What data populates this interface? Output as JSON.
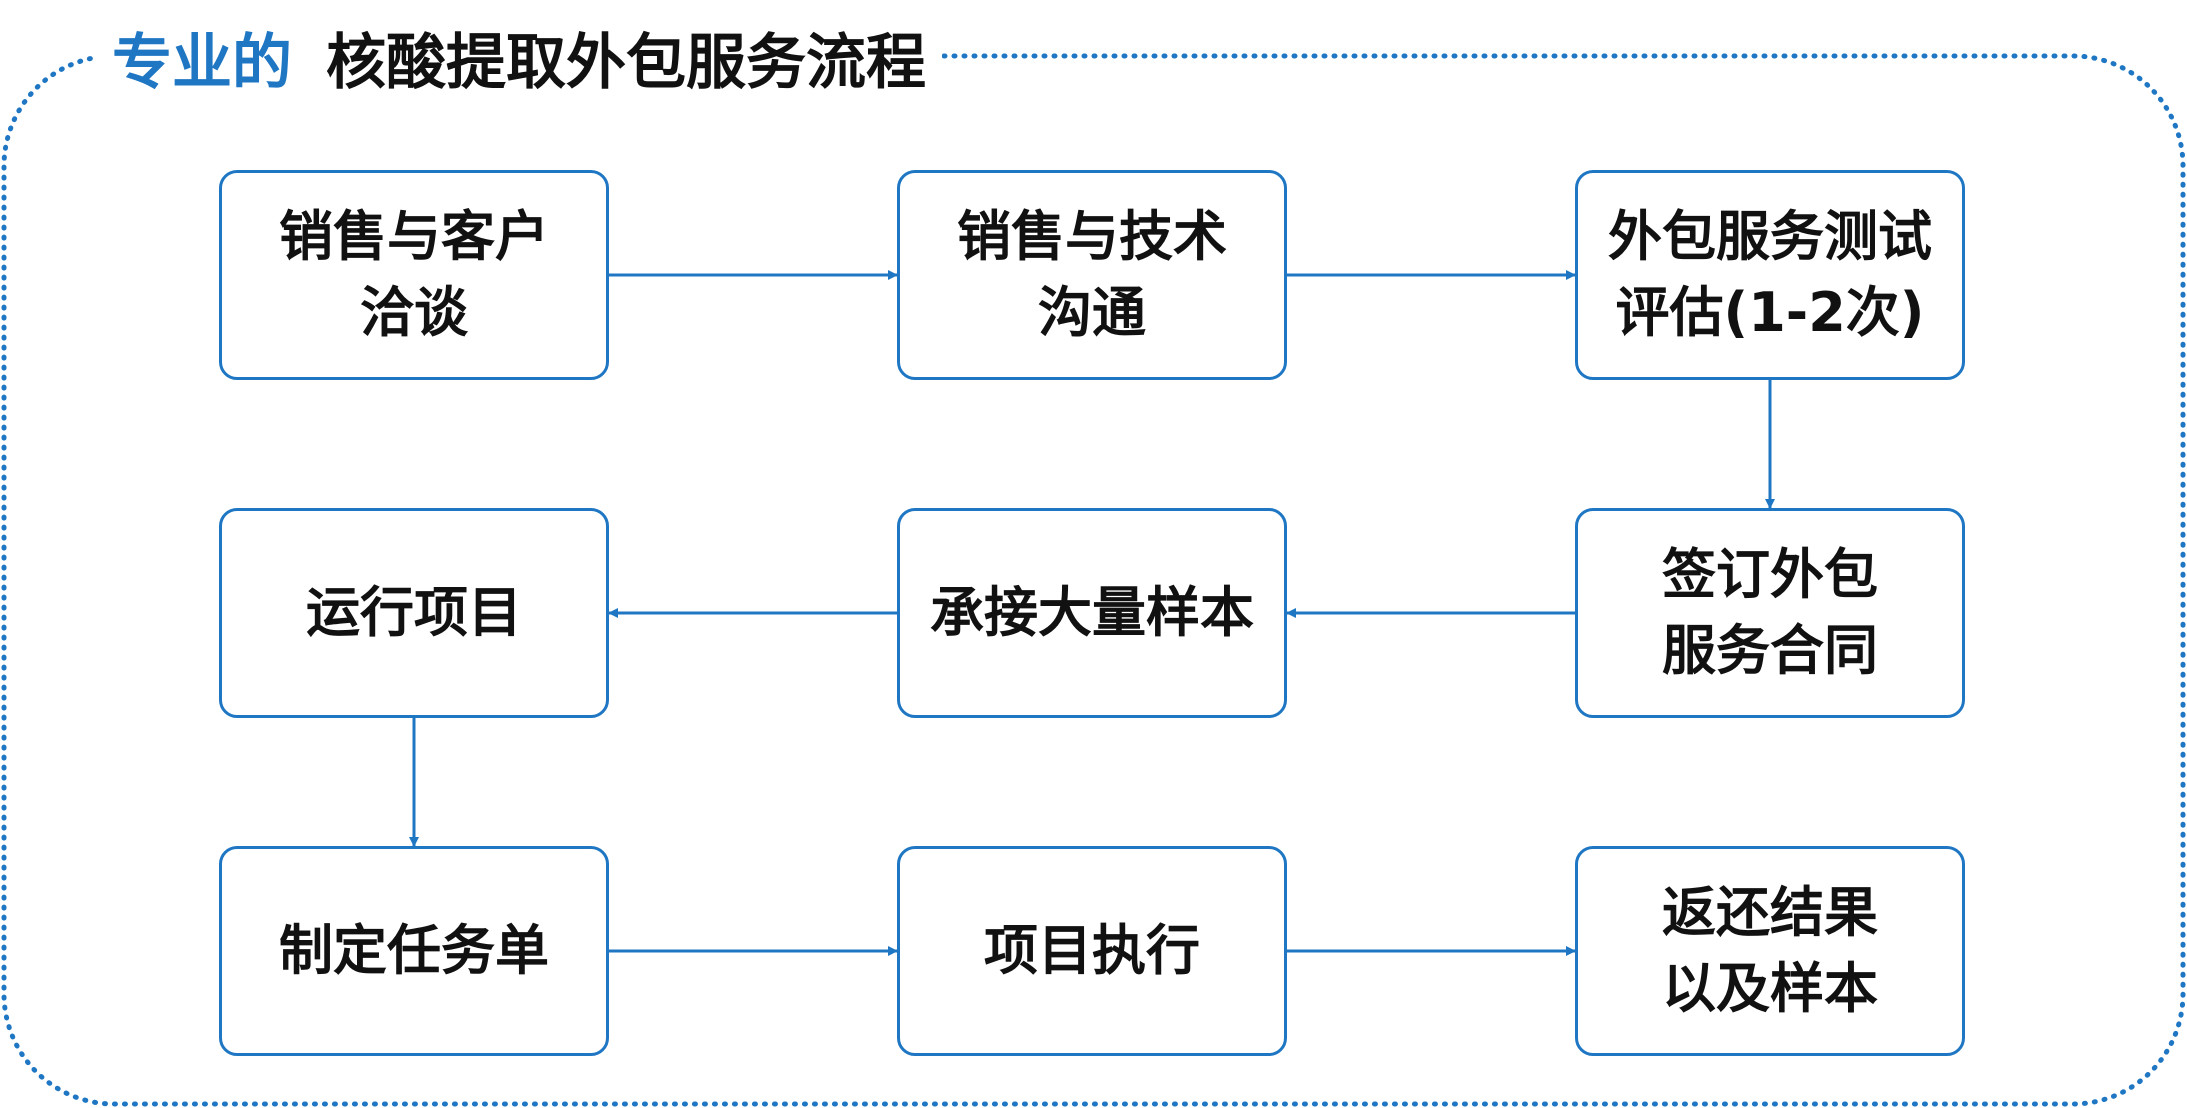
{
  "title": {
    "accent": "专业的",
    "main": "核酸提取外包服务流程"
  },
  "colors": {
    "accent": "#1f77c4",
    "text": "#111111",
    "background": "#ffffff"
  },
  "nodes": [
    {
      "id": "n1",
      "lines": [
        "销售与客户",
        "洽谈"
      ]
    },
    {
      "id": "n2",
      "lines": [
        "销售与技术",
        "沟通"
      ]
    },
    {
      "id": "n3",
      "lines": [
        "外包服务测试",
        "评估(1-2次)"
      ]
    },
    {
      "id": "n4",
      "lines": [
        "签订外包",
        "服务合同"
      ]
    },
    {
      "id": "n5",
      "lines": [
        "承接大量样本"
      ]
    },
    {
      "id": "n6",
      "lines": [
        "运行项目"
      ]
    },
    {
      "id": "n7",
      "lines": [
        "制定任务单"
      ]
    },
    {
      "id": "n8",
      "lines": [
        "项目执行"
      ]
    },
    {
      "id": "n9",
      "lines": [
        "返还结果",
        "以及样本"
      ]
    }
  ],
  "edges": [
    {
      "from": "n1",
      "to": "n2"
    },
    {
      "from": "n2",
      "to": "n3"
    },
    {
      "from": "n3",
      "to": "n4"
    },
    {
      "from": "n4",
      "to": "n5"
    },
    {
      "from": "n5",
      "to": "n6"
    },
    {
      "from": "n6",
      "to": "n7"
    },
    {
      "from": "n7",
      "to": "n8"
    },
    {
      "from": "n8",
      "to": "n9"
    }
  ]
}
